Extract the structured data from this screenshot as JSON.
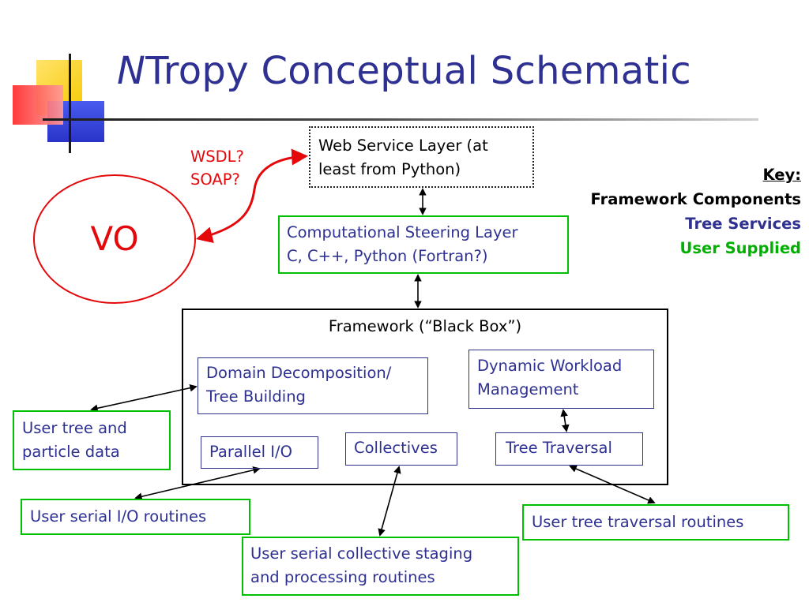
{
  "title": {
    "prefix": "N",
    "rest": "Tropy Conceptual Schematic"
  },
  "vo": {
    "label": "VO"
  },
  "protocol": {
    "line1": "WSDL?",
    "line2": "SOAP?"
  },
  "web_service": {
    "line1": "Web Service Layer (at",
    "line2": "least from Python)"
  },
  "steering": {
    "line1": "Computational Steering Layer",
    "line2": "C, C++, Python (Fortran?)"
  },
  "framework": {
    "label": "Framework (“Black Box”)"
  },
  "tree_services": {
    "domain": {
      "line1": "Domain Decomposition/",
      "line2": "Tree Building"
    },
    "dynamic": {
      "line1": "Dynamic Workload",
      "line2": "Management"
    },
    "parallel_io": "Parallel I/O",
    "collectives": "Collectives",
    "tree_traversal": "Tree Traversal"
  },
  "user_supplied": {
    "tree_data": {
      "line1": "User tree and",
      "line2": "particle data"
    },
    "serial_io": "User serial I/O routines",
    "collective": {
      "line1": "User serial collective staging",
      "line2": "and processing routines"
    },
    "traversal": "User tree traversal routines"
  },
  "key": {
    "title": "Key:",
    "framework_components": "Framework Components",
    "tree_services": "Tree Services",
    "user_supplied": "User Supplied"
  },
  "colors": {
    "title": "#2e3192",
    "tree_service": "#2e3192",
    "user_supplied_border": "#00c000",
    "user_supplied_key": "#00b000",
    "vo": "#e4080b",
    "framework_border": "#000000"
  }
}
